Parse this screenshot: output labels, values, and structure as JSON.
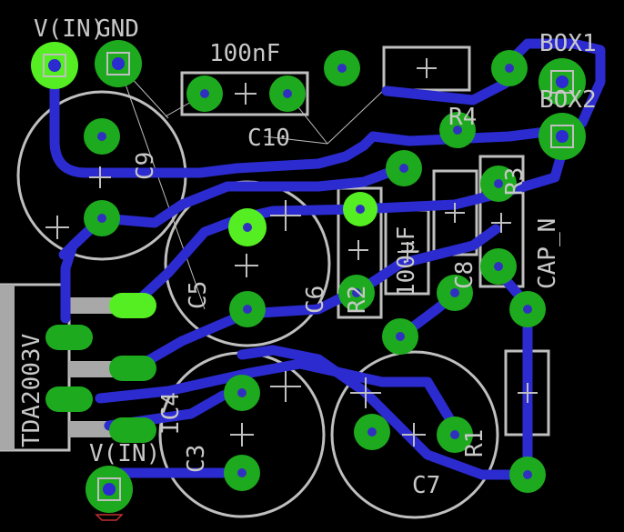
{
  "labels": {
    "v_in_top": "V(IN)",
    "gnd": "GND",
    "cap_100nf": "100nF",
    "box1": "BOX1",
    "box2": "BOX2",
    "c10": "C10",
    "c9": "C9",
    "r4": "R4",
    "r3": "R3",
    "cap_n": "CAP_N",
    "c5": "C5",
    "c6": "C6",
    "r2": "R2",
    "cap_100uf": "100µF",
    "c8": "C8",
    "chip": "TDA2003V",
    "ic4": "IC4",
    "c3": "C3",
    "v_in_bottom": "V(IN)",
    "r1": "R1",
    "c7": "C7"
  },
  "colors": {
    "background": "#000000",
    "pad": "#1eaa1e",
    "pad_selected": "#55ee22",
    "trace": "#2b2bd0",
    "silkscreen": "#bfbfbf",
    "smd_pad": "#a8a8a8"
  }
}
